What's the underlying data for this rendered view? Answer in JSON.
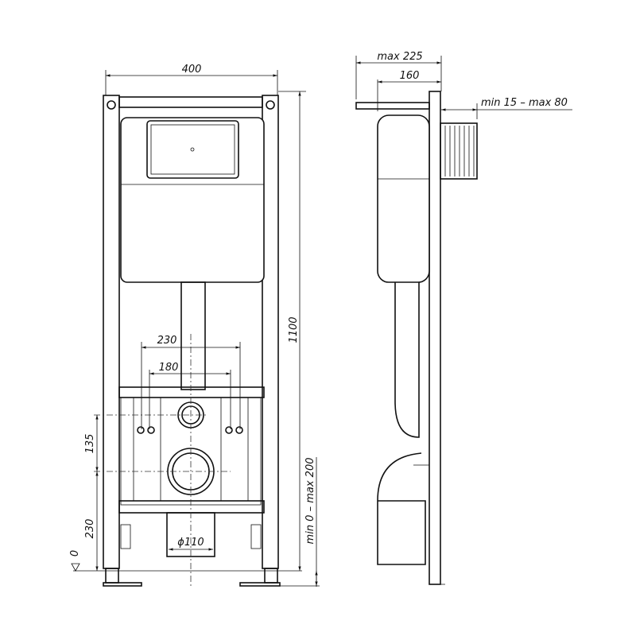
{
  "front_view": {
    "width": "400",
    "height": "1100",
    "mount_outer": "230",
    "mount_inner": "180",
    "inlet_offset": "135",
    "outlet_height": "230",
    "floor_level": "0",
    "outlet_diameter": "ϕ110",
    "leg_adjust": "min 0 – max 200"
  },
  "side_view": {
    "max_depth": "max 225",
    "depth": "160",
    "wall_gap": "min 15 – max 80"
  }
}
